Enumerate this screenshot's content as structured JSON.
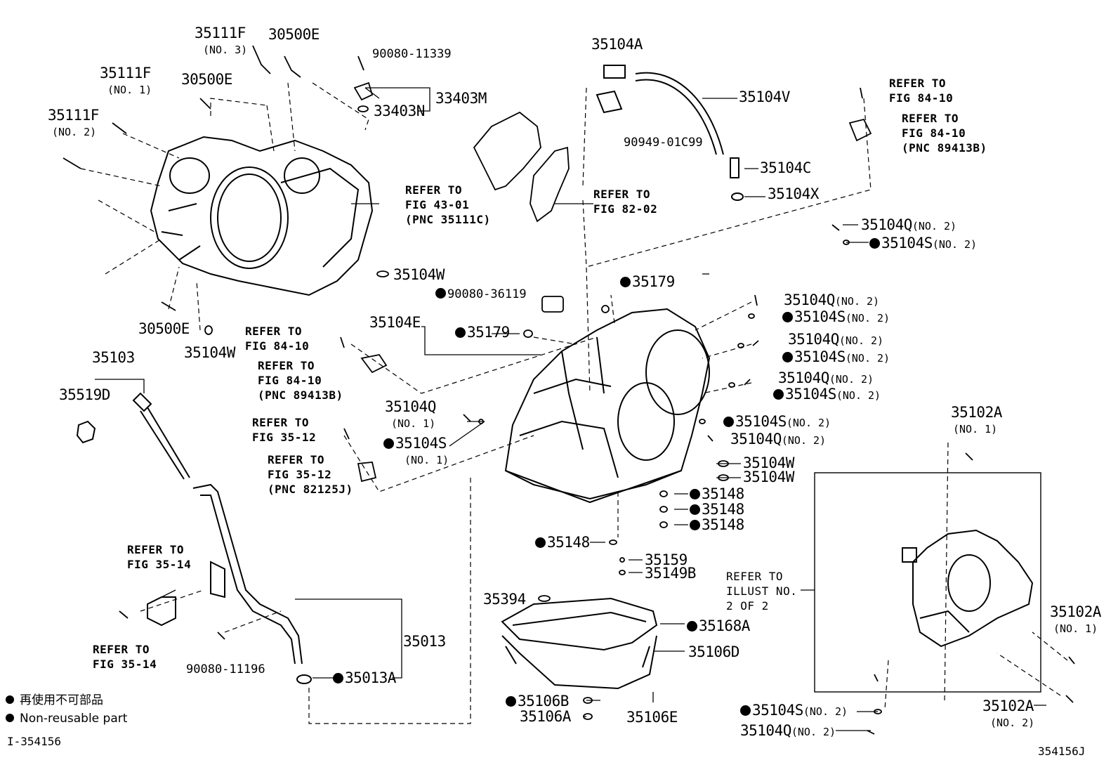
{
  "diagram": {
    "parts": {
      "p35111F_no3": "35111F",
      "p35111F_no3_note": "(NO. 3)",
      "p30500E_top": "30500E",
      "p90080_11339": "90080-11339",
      "p33403M": "33403M",
      "p33403N": "33403N",
      "p35104A": "35104A",
      "p35104V": "35104V",
      "p90949": "90949-01C99",
      "p35104C": "35104C",
      "p35104X": "35104X",
      "p35111F_no1": "35111F",
      "p35111F_no1_note": "(NO. 1)",
      "p30500E_mid": "30500E",
      "p35111F_no2": "35111F",
      "p35111F_no2_note": "(NO. 2)",
      "p35104W_a": "35104W",
      "p30500E_bot": "30500E",
      "p35104W_b": "35104W",
      "p35104Q_r1": "35104Q",
      "p35104Q_r1_note": "(NO. 2)",
      "p35104S_r1": "35104S",
      "p35104S_r1_note": "(NO. 2)",
      "p35179_a": "35179",
      "p90080_36119": "90080-36119",
      "p35104E": "35104E",
      "p35179_b": "35179",
      "p35104Q_r2": "35104Q",
      "p35104Q_r2_note": "(NO. 2)",
      "p35104S_r2": "35104S",
      "p35104S_r2_note": "(NO. 2)",
      "p35104Q_r3": "35104Q",
      "p35104Q_r3_note": "(NO. 2)",
      "p35104S_r3": "35104S",
      "p35104S_r3_note": "(NO. 2)",
      "p35104Q_r4": "35104Q",
      "p35104Q_r4_note": "(NO. 2)",
      "p35104S_r4": "35104S",
      "p35104S_r4_note": "(NO. 2)",
      "p35104S_r5": "35104S",
      "p35104S_r5_note": "(NO. 2)",
      "p35104Q_r5": "35104Q",
      "p35104Q_r5_note": "(NO. 2)",
      "p35103": "35103",
      "p35519D": "35519D",
      "p35104Q_no1": "35104Q",
      "p35104Q_no1_note": "(NO. 1)",
      "p35104S_no1": "35104S",
      "p35104S_no1_note": "(NO. 1)",
      "p35104W_c": "35104W",
      "p35104W_d": "35104W",
      "p35148_a": "35148",
      "p35148_b": "35148",
      "p35148_c": "35148",
      "p35148_d": "35148",
      "p35159": "35159",
      "p35149B": "35149B",
      "p35102A_no1_top": "35102A",
      "p35102A_no1_top_note": "(NO. 1)",
      "p35102A_no1_r": "35102A",
      "p35102A_no1_r_note": "(NO. 1)",
      "p35102A_no2": "35102A",
      "p35102A_no2_note": "(NO. 2)",
      "p35394": "35394",
      "p35168A": "35168A",
      "p35106D": "35106D",
      "p35013": "35013",
      "p35013A": "35013A",
      "p90080_11196": "90080-11196",
      "p35106B": "35106B",
      "p35106A": "35106A",
      "p35106E": "35106E",
      "p35104S_bot": "35104S",
      "p35104S_bot_note": "(NO. 2)",
      "p35104Q_bot": "35104Q",
      "p35104Q_bot_note": "(NO. 2)"
    },
    "refs": {
      "fig43": "REFER TO\nFIG 43-01\n(PNC 35111C)",
      "fig82": "REFER TO\nFIG 82-02",
      "fig8410_a": "REFER TO\nFIG 84-10",
      "fig8410_b": "REFER TO\nFIG 84-10\n(PNC 89413B)",
      "fig8410_c": "REFER TO\nFIG 84-10",
      "fig8410_d": "REFER TO\nFIG 84-10\n(PNC 89413B)",
      "fig3512_a": "REFER TO\nFIG 35-12",
      "fig3512_b": "REFER TO\nFIG 35-12\n(PNC 82125J)",
      "fig3514_a": "REFER TO\nFIG 35-14",
      "fig3514_b": "REFER TO\nFIG 35-14",
      "illust": "REFER TO\nILLUST NO.\n2 OF 2"
    }
  },
  "legend": {
    "japanese": "再使用不可部品",
    "english": "Non-reusable part"
  },
  "codes": {
    "left": "I-354156",
    "right": "354156J"
  }
}
